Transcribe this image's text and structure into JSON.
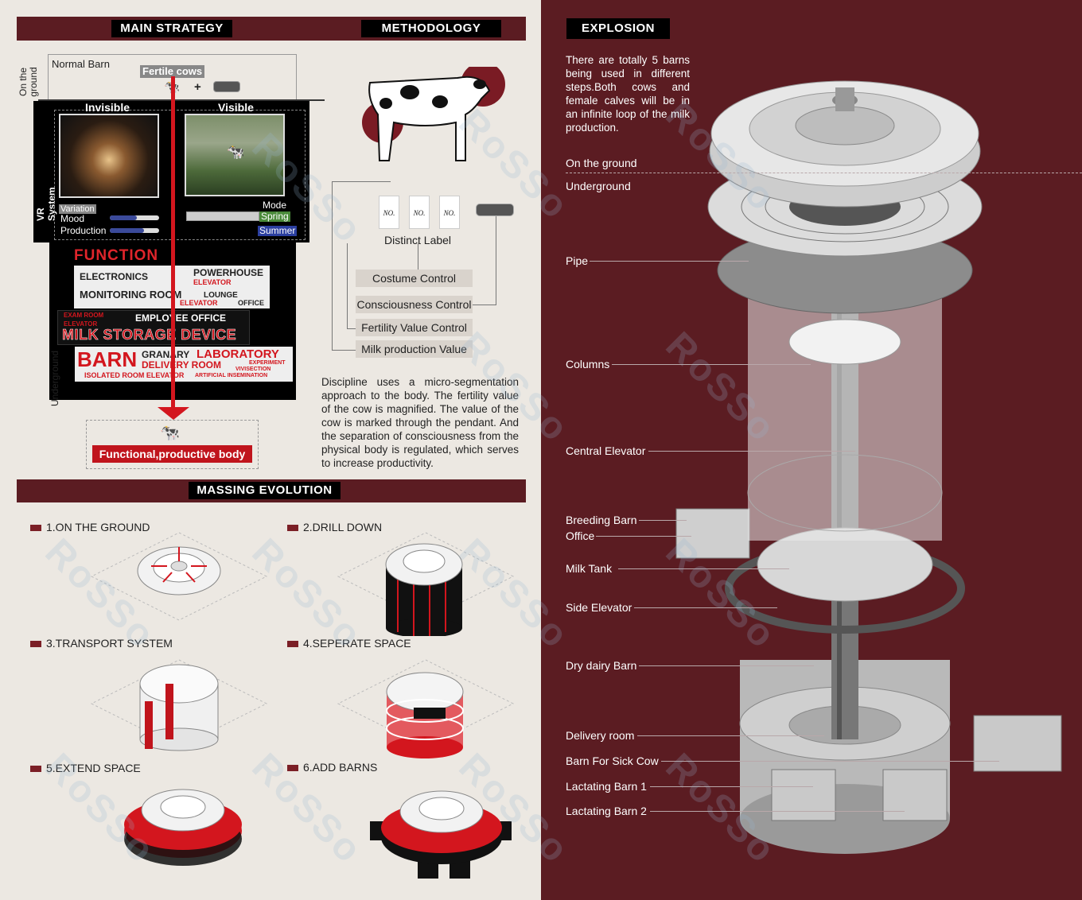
{
  "headers": {
    "main_strategy": "MAIN STRATEGY",
    "methodology": "METHODOLOGY",
    "massing_evolution": "MASSING EVOLUTION",
    "explosion": "EXPLOSION"
  },
  "strategy": {
    "on_ground": "On the ground",
    "underground": "Underground",
    "normal_barn": "Normal Barn",
    "fertile_cows": "Fertile cows",
    "plus": "+",
    "vr_system": "VR System",
    "invisible": "Invisible",
    "visible": "Visible",
    "variation": "Variation",
    "mood": "Mood",
    "production": "Production",
    "mode": "Mode",
    "spring": "Spring",
    "summer": "Summer",
    "function_title": "FUNCTION",
    "f_electronics": "ELECTRONICS",
    "f_powerhouse": "POWERHOUSE",
    "f_elevator1": "ELEVATOR",
    "f_monitoring": "MONITORING ROOM",
    "f_lounge": "LOUNGE",
    "f_elevator2": "ELEVATOR",
    "f_office": "OFFICE",
    "f_exam": "EXAM ROOM",
    "f_elevator3": "ELEVATOR",
    "f_employee": "EMPLOYEE OFFICE",
    "f_milk": "MILK STORAGE DEVICE",
    "f_barn": "BARN",
    "f_granary": "GRANARY",
    "f_laboratory": "LABORATORY",
    "f_delivery": "DELIVERY ROOM",
    "f_experiment": "EXPERIMENT",
    "f_vivisection": "VIVISECTION",
    "f_isolated": "ISOLATED ROOM ELEVATOR",
    "f_ai": "ARTIFICIAL INSEMINATION",
    "result": "Functional,productive body"
  },
  "methodology": {
    "label_no": "NO.",
    "distinct_label": "Distinct Label",
    "controls": [
      "Costume Control",
      "Consciousness Control",
      "Fertility Value Control",
      "Milk production Value"
    ],
    "paragraph": "Discipline uses a micro-segmentation approach to the body. The fertility value of the cow is magnified. The value of the cow is marked through the pendant. And the separation of consciousness from the physical body is regulated, which serves to increase productivity."
  },
  "evolution": {
    "steps": [
      "1.ON THE GROUND",
      "2.DRILL DOWN",
      "3.TRANSPORT SYSTEM",
      "4.SEPERATE SPACE",
      "5.EXTEND SPACE",
      "6.ADD BARNS"
    ]
  },
  "explosion": {
    "intro": "There are totally 5 barns being used in different steps.Both cows and female calves will be in an infinite loop of the milk production.",
    "labels": [
      "On the ground",
      "Underground",
      "Pipe",
      "Columns",
      "Central Elevator",
      "Breeding Barn",
      "Office",
      "Milk Tank",
      "Side Elevator",
      "Dry dairy Barn",
      "Delivery room",
      "Barn For Sick Cow",
      "Lactating Barn 1",
      "Lactating Barn 2"
    ]
  },
  "watermark": "RoSSo",
  "colors": {
    "maroon": "#5b1c22",
    "red": "#d3161e",
    "black": "#000000"
  }
}
